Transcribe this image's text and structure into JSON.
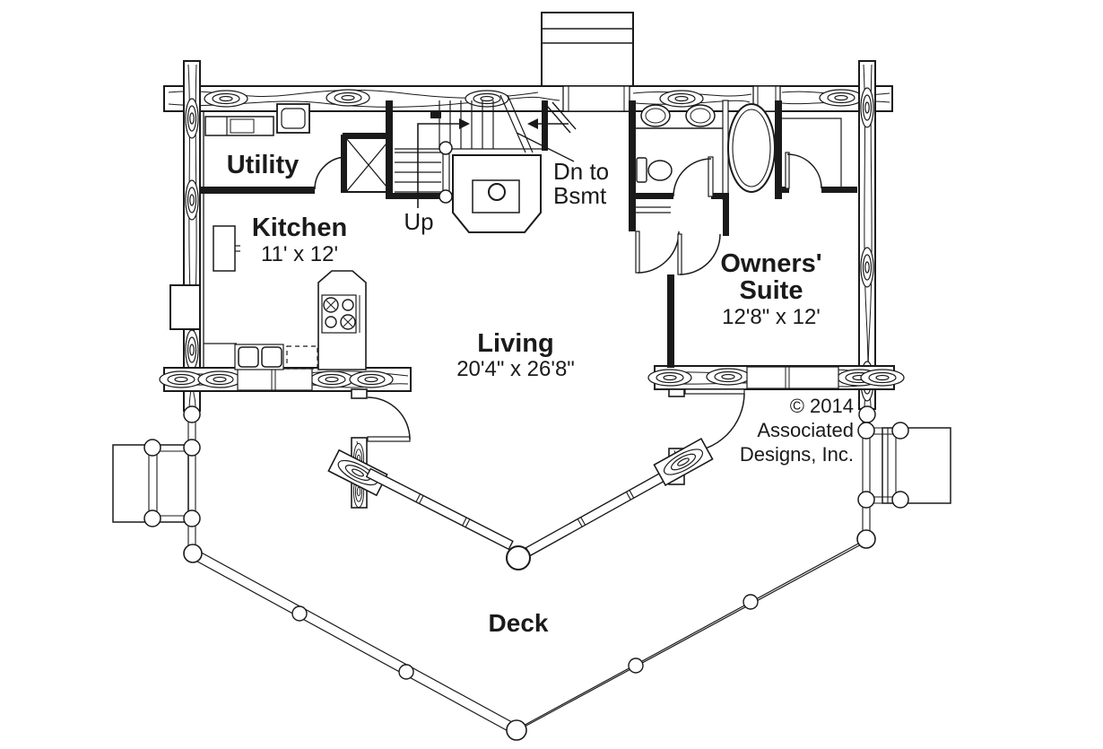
{
  "page": {
    "paper_color": "#ffffff",
    "ink_color": "#1a1a1a",
    "drawing_type": "first-floor plan"
  },
  "rooms": {
    "utility": {
      "name": "Utility"
    },
    "kitchen": {
      "name": "Kitchen",
      "dims": "11' x 12'"
    },
    "living": {
      "name": "Living",
      "dims": "20'4\" x 26'8\""
    },
    "owners_suite": {
      "name_line1": "Owners'",
      "name_line2": "Suite",
      "dims": "12'8\" x 12'"
    },
    "deck": {
      "name": "Deck"
    }
  },
  "stairs": {
    "up_label": "Up",
    "down_label_line1": "Dn to",
    "down_label_line2": "Bsmt"
  },
  "copyright": {
    "line1": "© 2014",
    "line2": "Associated",
    "line3": "Designs, Inc."
  }
}
